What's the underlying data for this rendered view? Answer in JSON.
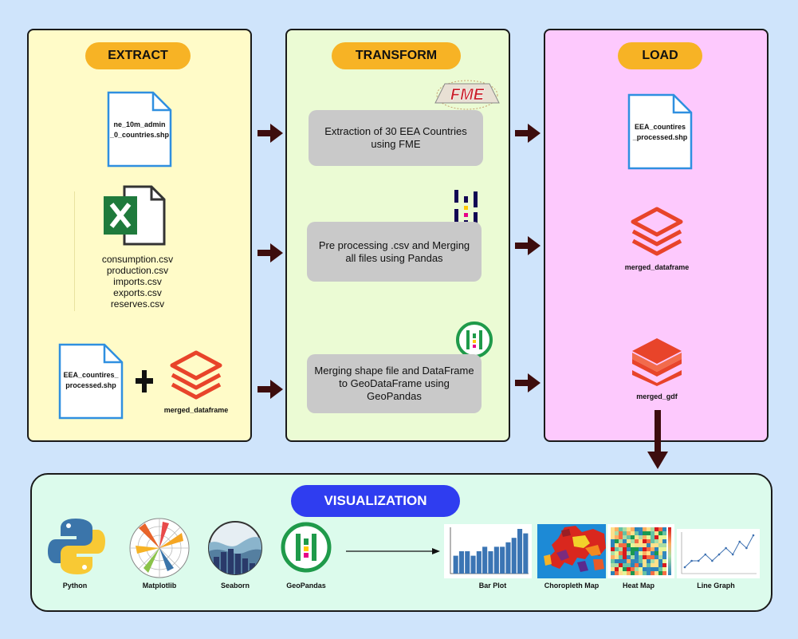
{
  "extract": {
    "title": "EXTRACT",
    "shp_file": "ne_10m_admin\n_0_countries.shp",
    "csv_files": [
      "consumption.csv",
      "production.csv",
      "imports.csv",
      "exports.csv",
      "reserves.csv"
    ],
    "bottom_file": "EEA_countires_\nprocessed.shp",
    "bottom_df_label": "merged_dataframe"
  },
  "transform": {
    "title": "TRANSFORM",
    "fme_logo_text": "FME",
    "steps": [
      "Extraction of 30 EEA Countries using FME",
      "Pre processing .csv and Merging all files using Pandas",
      "Merging shape file and DataFrame to GeoDataFrame using GeoPandas"
    ]
  },
  "load": {
    "title": "LOAD",
    "file": "EEA_countires\n_processed.shp",
    "df_label": "merged_dataframe",
    "gdf_label": "merged_gdf"
  },
  "visualization": {
    "title": "VISUALIZATION",
    "tools": [
      "Python",
      "Matplotlib",
      "Seaborn",
      "GeoPandas"
    ],
    "outputs": [
      "Bar Plot",
      "Choropleth Map",
      "Heat Map",
      "Line Graph"
    ]
  },
  "colors": {
    "background": "#cfe4fb",
    "extract_panel": "#fffbc8",
    "transform_panel": "#ebfbd4",
    "load_panel": "#fdc9fd",
    "visualization_panel": "#dcfbec",
    "pill_orange": "#f7b325",
    "pill_blue": "#2f3df0",
    "arrow": "#3d0d0d",
    "databricks_red": "#e8442a",
    "excel_green": "#1f7a3c",
    "geopandas_green": "#1f9a4a"
  },
  "bar_plot": {
    "type": "bar",
    "values": [
      4,
      5,
      5,
      4,
      5,
      6,
      5,
      6,
      6,
      7,
      8,
      10,
      9
    ]
  },
  "line_graph": {
    "type": "line",
    "values": [
      2,
      3,
      3,
      4,
      3,
      4,
      5,
      4,
      6,
      5,
      7
    ]
  }
}
